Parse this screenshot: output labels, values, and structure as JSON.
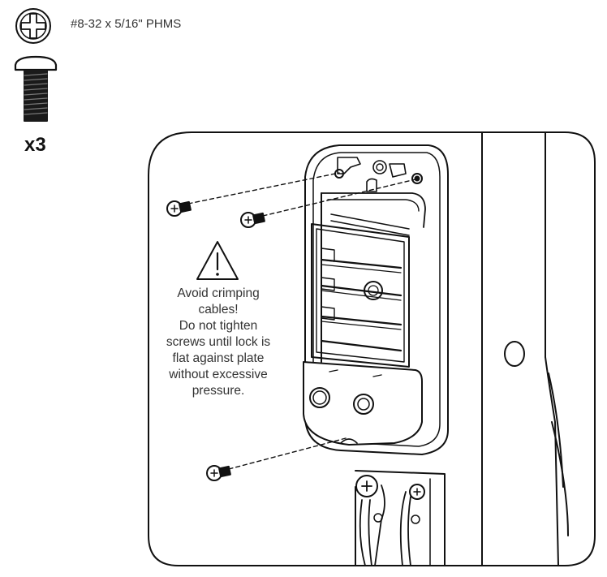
{
  "hardware": {
    "spec": "#8-32 x 5/16\" PHMS",
    "quantity": "x3",
    "head_icon": "phillips-screw-head-icon",
    "side_icon": "screw-side-view-icon"
  },
  "warning": {
    "icon": "warning-triangle-icon",
    "lines": [
      "Avoid crimping",
      "cables!",
      "Do not tighten",
      "screws until lock is",
      "flat against plate",
      "without excessive",
      "pressure."
    ]
  }
}
